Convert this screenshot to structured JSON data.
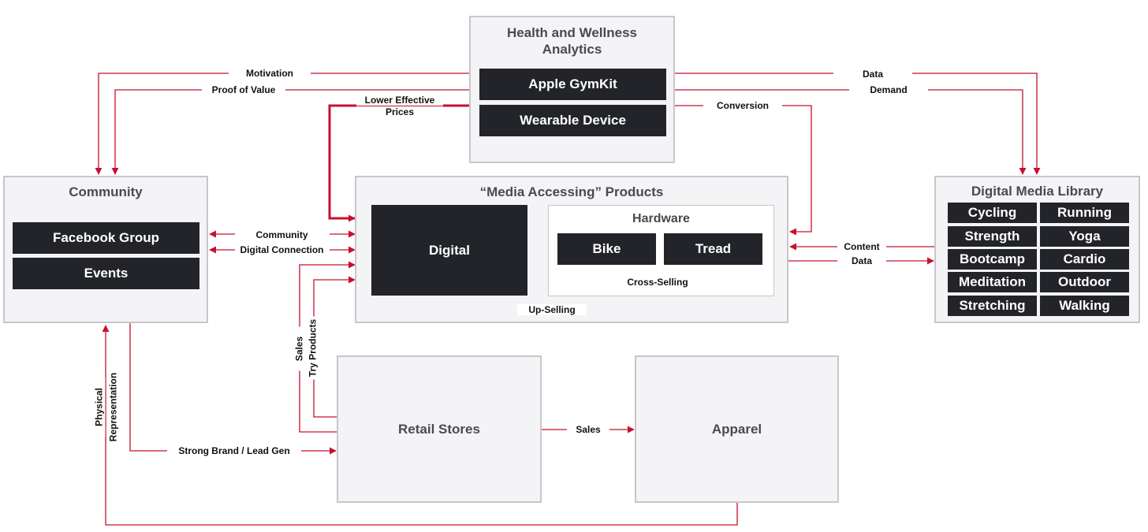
{
  "colors": {
    "arrow": "#c8102e",
    "dark": "#222429",
    "panel": "#f4f4f6",
    "border": "#c7c7cb"
  },
  "health": {
    "title": "Health and Wellness Analytics",
    "title_line1": "Health and Wellness",
    "title_line2": "Analytics",
    "items": [
      "Apple GymKit",
      "Wearable Device"
    ]
  },
  "community": {
    "title": "Community",
    "items": [
      "Facebook Group",
      "Events"
    ]
  },
  "media": {
    "title": "“Media Accessing” Products",
    "digital": "Digital",
    "hardware": {
      "title": "Hardware",
      "items": [
        "Bike",
        "Tread"
      ]
    }
  },
  "library": {
    "title": "Digital Media Library",
    "items": [
      "Cycling",
      "Running",
      "Strength",
      "Yoga",
      "Bootcamp",
      "Cardio",
      "Meditation",
      "Outdoor",
      "Stretching",
      "Walking"
    ]
  },
  "retail": {
    "title": "Retail Stores"
  },
  "apparel": {
    "title": "Apparel"
  },
  "labels": {
    "motivation": "Motivation",
    "proof_of_value": "Proof of Value",
    "lower_prices_line1": "Lower Effective",
    "lower_prices_line2": "Prices",
    "data_top": "Data",
    "demand": "Demand",
    "conversion": "Conversion",
    "community": "Community",
    "digital_connection": "Digital Connection",
    "content": "Content",
    "data_right": "Data",
    "cross_selling": "Cross-Selling",
    "up_selling": "Up-Selling",
    "sales_vertical": "Sales",
    "try_products": "Try Products",
    "physical_line1": "Physical",
    "physical_line2": "Representation",
    "strong_brand": "Strong Brand / Lead Gen",
    "sales_horizontal": "Sales"
  }
}
